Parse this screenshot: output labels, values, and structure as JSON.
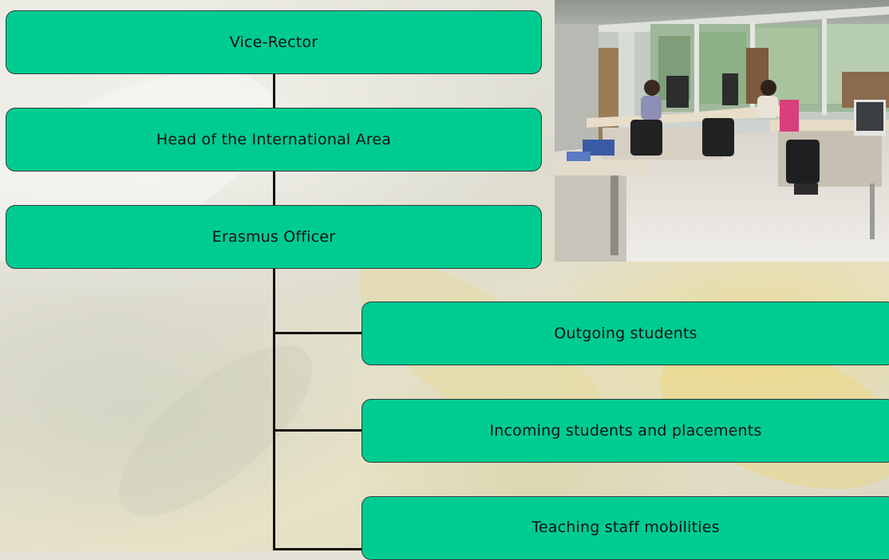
{
  "org_chart": {
    "nodes": {
      "vice_rector": "Vice-Rector",
      "head_international": "Head of the International Area",
      "erasmus_officer": "Erasmus Officer",
      "outgoing": "Outgoing students",
      "incoming": "Incoming students and placements",
      "teaching_staff": "Teaching staff mobilities"
    },
    "node_color": "#00cc92",
    "connector_color": "#111111"
  },
  "photo": {
    "icon": "office-photo"
  }
}
